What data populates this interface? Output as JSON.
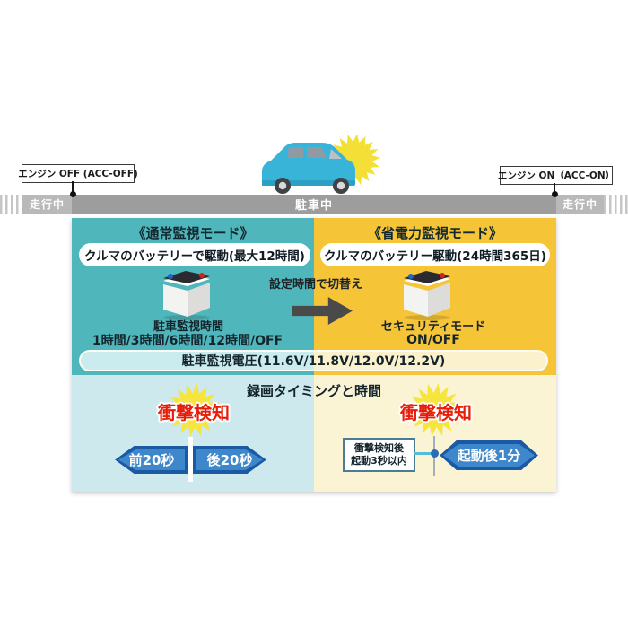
{
  "colors": {
    "teal": "#4fb6bb",
    "gold": "#f5c437",
    "light_blue": "#cde9ee",
    "cream": "#faf3d4",
    "bar_gray_light": "#b9b9b9",
    "bar_gray_dark": "#9d9d9d",
    "accent_red": "#e61e09",
    "arrow_blue_dark": "#1a5aa5",
    "arrow_blue": "#3f87cb",
    "burst_yellow": "#f3df35",
    "car_cyan": "#38b4d8"
  },
  "timeline": {
    "engine_off_label": "エンジン OFF (ACC-OFF)",
    "engine_on_label": "エンジン ON（ACC-ON）",
    "driving_left": "走行中",
    "parked": "駐車中",
    "driving_right": "走行中"
  },
  "normal_mode": {
    "title": "《通常監視モード》",
    "power_source": "クルマのバッテリーで駆動(最大12時間)",
    "monitor_time_label": "駐車監視時間",
    "monitor_time_options": "1時間/3時間/6時間/12時間/OFF",
    "shock_detect": "衝撃検知",
    "record_before": "前20秒",
    "record_after": "後20秒"
  },
  "power_save_mode": {
    "title": "《省電力監視モード》",
    "power_source": "クルマのバッテリー駆動(24時間365日)",
    "security_label": "セキュリティモード",
    "security_options": "ON/OFF",
    "shock_detect": "衝撃検知",
    "note_line1": "衝撃検知後",
    "note_line2": "起動3秒以内",
    "record_duration": "起動後1分"
  },
  "switch_label": "設定時間で切替え",
  "voltage_label": "駐車監視電圧(11.6V/11.8V/12.0V/12.2V)",
  "recording_heading": "録画タイミングと時間"
}
